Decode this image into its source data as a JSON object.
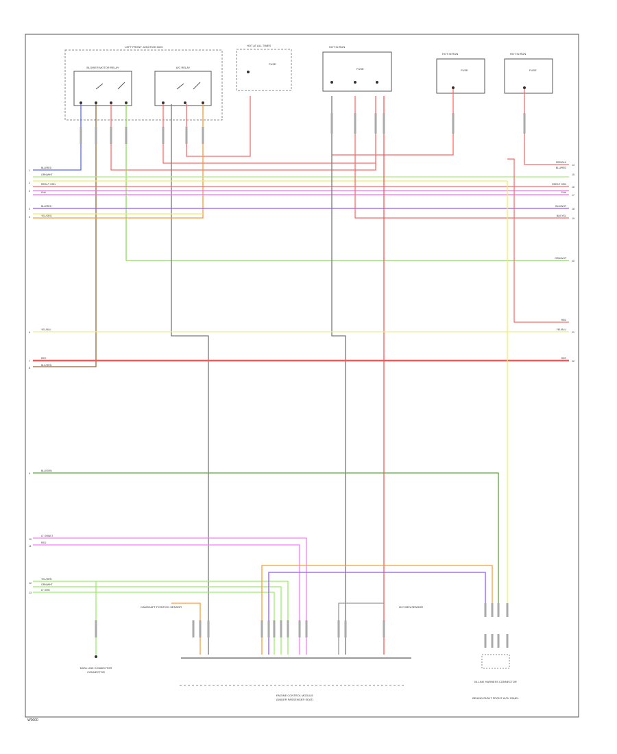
{
  "footer_id": "W0000",
  "terminals": {
    "left": [
      "1",
      "2",
      "3",
      "4",
      "5",
      "6",
      "7",
      "8",
      "9",
      "10",
      "11",
      "12",
      "13"
    ],
    "right": [
      "14",
      "15",
      "16",
      "17",
      "18",
      "19",
      "20",
      "21",
      "22"
    ]
  },
  "wire_labels_left": [
    "BLU/RED",
    "GRN/WHT",
    "RED/LT GRN",
    "PNK",
    "BLU/RED",
    "YEL/ORG",
    "YEL/BLU",
    "RED",
    "BLK/GRN",
    "BLU/GRN",
    "LT GRN/LT",
    "RED",
    "YEL/GRN",
    "GRN/WHT",
    "LT GRN"
  ],
  "wire_labels_right": [
    "RED/BLK",
    "BLU/RED",
    "RED/LT GRN",
    "PNK",
    "BLU/WHT",
    "BLK/YEL",
    "GRN/WHT",
    "RED",
    "YEL/BLU",
    "RED"
  ],
  "components": {
    "junction_box_title": "LEFT FRONT JUNCTION BOX",
    "relay_a": "BLOWER MOTOR RELAY",
    "relay_b": "A/C RELAY",
    "fuse_1": "FUSE",
    "fuse_2": "FUSE",
    "fuse_3": "FUSE",
    "fuse_4": "FUSE",
    "hot_1": "HOT AT ALL TIMES",
    "hot_2": "HOT IN RUN",
    "hot_3": "HOT IN RUN",
    "hot_4": "HOT IN RUN",
    "ecm_title": "ENGINE CONTROL MODULE",
    "ecm_sub": "(UNDER PASSENGER SEAT)",
    "dlc": "DATA LINK CONNECTOR",
    "dlc_sub": "CONNECTOR",
    "cam_label": "CAMSHAFT POSITION SENSOR",
    "oxy_label": "OXYGEN SENSOR",
    "right_comp_1": "IN-LINE HARNESS CONNECTOR",
    "right_comp_2": "BEHIND RIGHT FRONT KICK PANEL"
  },
  "colors": {
    "red": "#ff5555",
    "pink": "#ff66ff",
    "blue": "#5566ff",
    "purple": "#9955ff",
    "green": "#66cc33",
    "light_green": "#99ee66",
    "yellow": "#eeee66",
    "orange": "#ff9933",
    "black": "#333333",
    "gray": "#999999"
  }
}
